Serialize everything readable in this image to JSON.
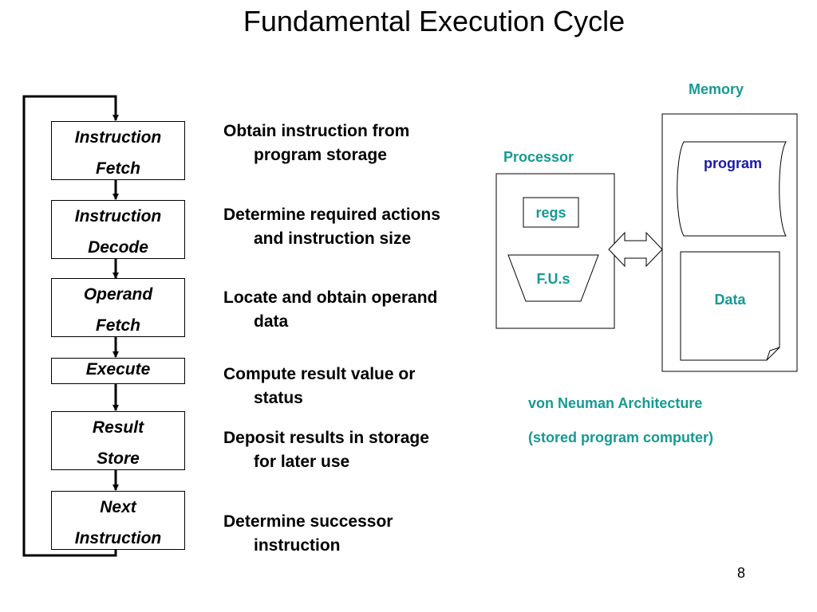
{
  "title": "Fundamental Execution Cycle",
  "steps": [
    {
      "line1": "Instruction",
      "line2": "Fetch"
    },
    {
      "line1": "Instruction",
      "line2": "Decode"
    },
    {
      "line1": "Operand",
      "line2": "Fetch"
    },
    {
      "line1": "Execute"
    },
    {
      "line1": "Result",
      "line2": "Store"
    },
    {
      "line1": "Next",
      "line2": "Instruction"
    }
  ],
  "descriptions": [
    "Obtain instruction from program storage",
    "Determine required actions and instruction size",
    "Locate and obtain operand data",
    "Compute result value or status",
    "Deposit results in storage for later use",
    "Determine successor instruction"
  ],
  "architecture": {
    "memory_label": "Memory",
    "processor_label": "Processor",
    "regs_label": "regs",
    "fus_label": "F.U.s",
    "program_label": "program",
    "data_label": "Data",
    "caption_line1": "von Neuman Architecture",
    "caption_line2": "(stored program computer)"
  },
  "colors": {
    "teal": "#159a93",
    "program_blue": "#1a1aa8"
  },
  "page_number": "8"
}
